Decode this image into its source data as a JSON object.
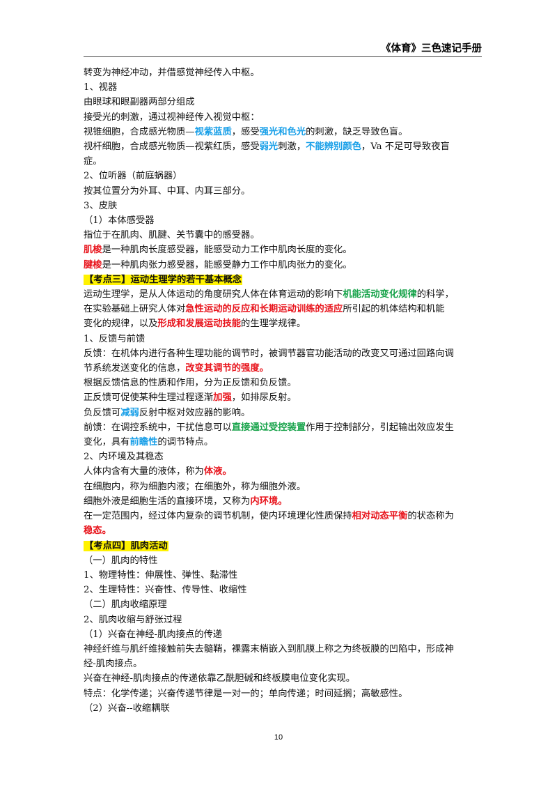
{
  "header": {
    "title": "《体育》三色速记手册"
  },
  "p01": "转变为神经冲动，并借感觉神经传入中枢。",
  "p02": "1、视器",
  "p03": "由眼球和眼副器两部分组成",
  "p04": "接受光的刺激，通过视神经传入视觉中枢：",
  "p05": {
    "a": "视锥细胞，合成感光物质—",
    "b": "视紫蓝质",
    "c": "，感受",
    "d": "强光和色光",
    "e": "的刺激，缺乏导致色盲。"
  },
  "p06": {
    "a": "视杆细胞，合成感光物质—视紫红质，感受",
    "b": "弱光",
    "c": "刺激，",
    "d": "不能辨别颜色",
    "e": "，Va 不足可导致夜盲",
    "f": "症。"
  },
  "p07": "2、位听器（前庭蜗器）",
  "p08": "按其位置分为外耳、中耳、内耳三部分。",
  "p09": "3、皮肤",
  "p10": "（1）本体感受器",
  "p11": "指位于在肌肉、肌腱、关节囊中的感受器。",
  "p12": {
    "a": "肌梭",
    "b": "是一种肌肉长度感受器，能感受动力工作中肌肉长度的变化。"
  },
  "p13": {
    "a": "腱梭",
    "b": "是一种肌肉张力感受器，能感受静力工作中肌肉张力的变化。"
  },
  "h3": "【考点三】运动生理学的若干基本概念",
  "p14": {
    "a": "运动生理学，是从人体运动的角度研究人体在体育运动的影响下",
    "b": "机能活动变化规律",
    "c": "的科学，"
  },
  "p15": {
    "a": "在实验基础上研究人体对",
    "b": "急性运动的反应和长期运动训练的适应",
    "c": "所引起的机体结构和机能"
  },
  "p16": {
    "a": "变化的规律，以及",
    "b": "形成和发展运动技能",
    "c": "的生理学规律。"
  },
  "p17": "1、反馈与前馈",
  "p18": "反馈：在机体内进行各种生理功能的调节时，被调节器官功能活动的改变又可通过回路向调",
  "p19": {
    "a": "节系统发送变化的信息，",
    "b": "改变其调节的强度。"
  },
  "p20": "根据反馈信息的性质和作用，分为正反馈和负反馈。",
  "p21": {
    "a": "正反馈可促使某种生理过程逐渐",
    "b": "加强",
    "c": "，如排尿反射。"
  },
  "p22": {
    "a": "负反馈可",
    "b": "减弱",
    "c": "反射中枢对效应器的影响。"
  },
  "p23": {
    "a": "前馈：在调控系统中，干扰信息可以",
    "b": "直接通过受控装置",
    "c": "作用于控制部分，引起输出效应发生"
  },
  "p24": {
    "a": "变化，具有",
    "b": "前瞻性",
    "c": "的调节特点。"
  },
  "p25": "2、内环境及其稳态",
  "p26": {
    "a": "人体内含有大量的液体，称为",
    "b": "体液。"
  },
  "p27": "在细胞内，称为细胞内液；在细胞外，称为细胞外液。",
  "p28": {
    "a": "细胞外液是细胞生活的直接环境，又称为",
    "b": "内环境。"
  },
  "p29": {
    "a": "在一定范围内，经过体内复杂的调节机制，使内环境理化性质保持",
    "b": "相对动态平衡",
    "c": "的状态称为"
  },
  "p30": "稳态。",
  "h4": "【考点四】肌肉活动",
  "p31": "（一）肌肉的特性",
  "p32": "1、物理特性：伸展性、弹性、黏滞性",
  "p33": "2、生理特性：兴奋性、传导性、收缩性",
  "p34": "（二）肌肉收缩原理",
  "p35": "2、肌肉收缩与舒张过程",
  "p36": "（1）兴奋在神经-肌肉接点的传递",
  "p37": "神经纤维与肌纤维接触前失去髓鞘，裸露末梢嵌入到肌膜上称之为终板膜的凹陷中，形成神",
  "p38": "经-肌肉接点。",
  "p39": "兴奋在神经-肌肉接点的传递依靠乙酰胆碱和终板膜电位变化实现。",
  "p40": "特点：化学传递；兴奋传递节律是一对一的；单向传递；时间延搁；高敏感性。",
  "p41": "（2）兴奋--收缩耦联",
  "page_number": "10",
  "colors": {
    "red": "#e8141c",
    "blue": "#1aa0e8",
    "green": "#17a34a",
    "highlight": "#fff200"
  }
}
